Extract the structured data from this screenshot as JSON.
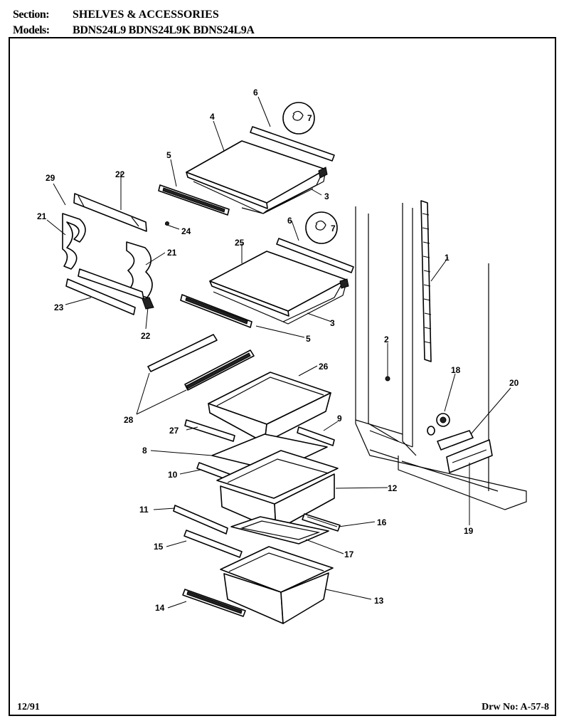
{
  "header": {
    "section_label": "Section:",
    "section_value": "SHELVES & ACCESSORIES",
    "models_label": "Models:",
    "models_value": "BDNS24L9  BDNS24L9K  BDNS24L9A"
  },
  "footer": {
    "date": "12/91",
    "drawing_number": "Drw No: A-57-8"
  },
  "callouts": {
    "c1": "1",
    "c2": "2",
    "c3a": "3",
    "c3b": "3",
    "c4": "4",
    "c5a": "5",
    "c5b": "5",
    "c6a": "6",
    "c6b": "6",
    "c7a": "7",
    "c7b": "7",
    "c8": "8",
    "c9": "9",
    "c10": "10",
    "c11": "11",
    "c12": "12",
    "c13": "13",
    "c14": "14",
    "c15": "15",
    "c16": "16",
    "c17": "17",
    "c18": "18",
    "c19": "19",
    "c20": "20",
    "c21a": "21",
    "c21b": "21",
    "c22a": "22",
    "c22b": "22",
    "c23": "23",
    "c24": "24",
    "c25": "25",
    "c26": "26",
    "c27": "27",
    "c28": "28",
    "c29": "29"
  }
}
